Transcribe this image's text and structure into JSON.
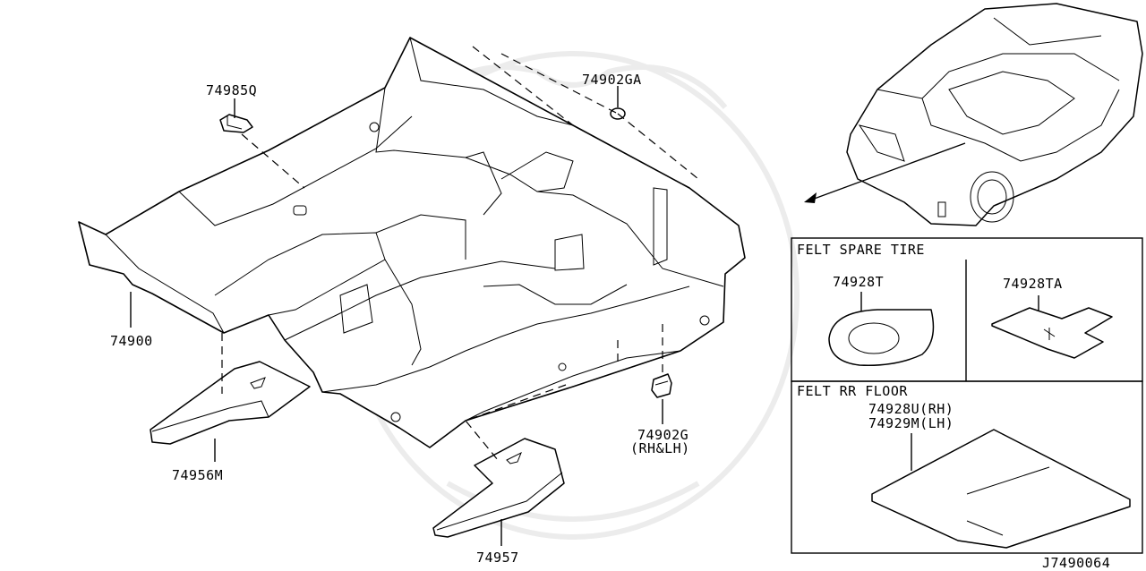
{
  "diagram": {
    "callouts": {
      "main_carpet": "74900",
      "clip_upper": "74985Q",
      "grommet": "74902GA",
      "clip_side": "74902G",
      "clip_side_note": "(RH&LH)",
      "mat_front_left": "74956M",
      "mat_front_right": "74957"
    },
    "inset_spare_tire": {
      "title": "FELT SPARE TIRE",
      "part_a": "74928T",
      "part_b": "74928TA"
    },
    "inset_rr_floor": {
      "title": "FELT RR FLOOR",
      "part_rh": "74928U(RH)",
      "part_lh": "74929M(LH)"
    },
    "diagram_code": "J7490064"
  },
  "colors": {
    "line": "#000000",
    "background": "#ffffff",
    "watermark": "#ececec"
  }
}
